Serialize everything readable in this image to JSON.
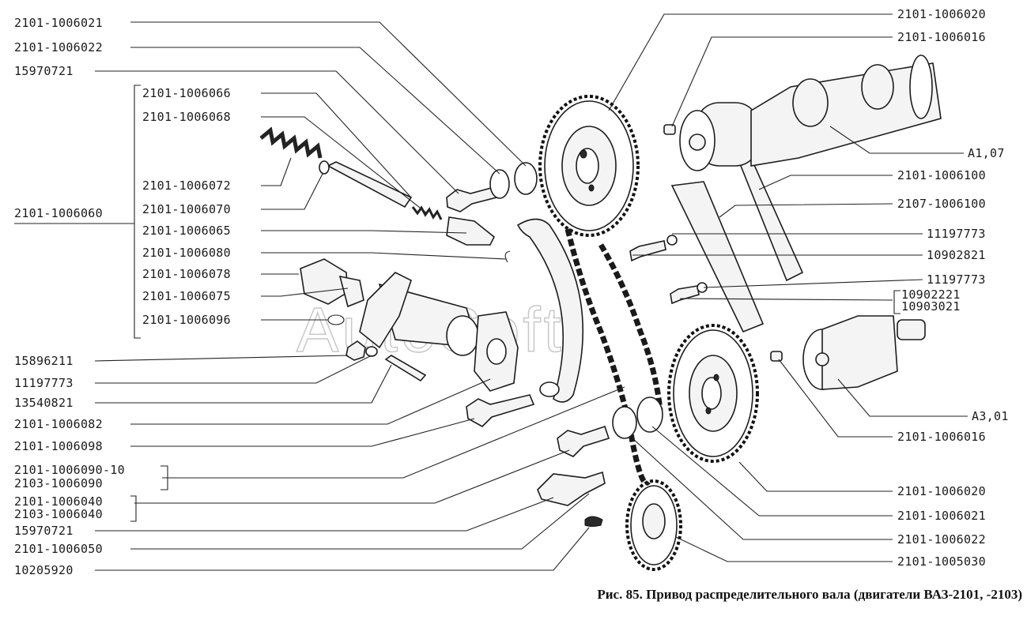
{
  "watermark": "AutoSoft",
  "caption": "Рис. 85. Привод распределительного вала (двигатели ВАЗ-2101, -2103)",
  "labels": {
    "l_1006021_top": "2101-1006021",
    "l_1006022_top": "2101-1006022",
    "l_15970721_top": "15970721",
    "l_1006066": "2101-1006066",
    "l_1006068": "2101-1006068",
    "l_1006072": "2101-1006072",
    "l_1006060": "2101-1006060",
    "l_1006070": "2101-1006070",
    "l_1006065": "2101-1006065",
    "l_1006080": "2101-1006080",
    "l_1006078": "2101-1006078",
    "l_1006075": "2101-1006075",
    "l_1006096": "2101-1006096",
    "l_15896211": "15896211",
    "l_11197773_left": "11197773",
    "l_13540821": "13540821",
    "l_1006082": "2101-1006082",
    "l_1006098": "2101-1006098",
    "l_1006090_10": "2101-1006090-10",
    "l_2103_1006090": "2103-1006090",
    "l_1006040": "2101-1006040",
    "l_2103_1006040": "2103-1006040",
    "l_15970721_bottom": "15970721",
    "l_1006050": "2101-1006050",
    "l_10205920": "10205920",
    "r_1006020_top": "2101-1006020",
    "r_1006016_top": "2101-1006016",
    "r_A107": "А1,07",
    "r_2101_1006100": "2101-1006100",
    "r_2107_1006100": "2107-1006100",
    "r_11197773_a": "11197773",
    "r_10902821": "10902821",
    "r_11197773_b": "11197773",
    "r_10902221": "10902221",
    "r_10903021": "10903021",
    "r_A301": "А3,01",
    "r_1006016_bottom": "2101-1006016",
    "r_1006020_bottom": "2101-1006020",
    "r_1006021_bottom": "2101-1006021",
    "r_1006022_bottom": "2101-1006022",
    "r_1005030": "2101-1005030"
  }
}
